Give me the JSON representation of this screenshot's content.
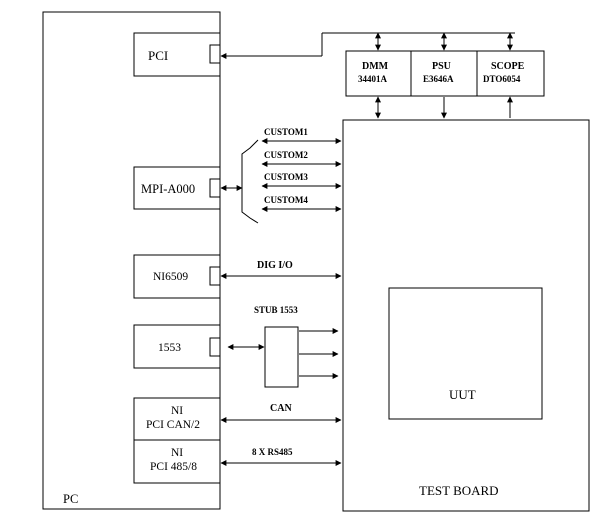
{
  "pc": {
    "label": "PC",
    "cards": {
      "pci": "PCI",
      "mpi": "MPI-A000",
      "ni6509": "NI6509",
      "mil1553": "1553",
      "can_line1": "NI",
      "can_line2": "PCI CAN/2",
      "rs485_line1": "NI",
      "rs485_line2": "PCI 485/8"
    }
  },
  "instruments": [
    {
      "name": "DMM",
      "model": "34401A"
    },
    {
      "name": "PSU",
      "model": "E3646A"
    },
    {
      "name": "SCOPE",
      "model": "DTO6054"
    }
  ],
  "test_board": {
    "label": "TEST BOARD",
    "uut": "UUT"
  },
  "links": {
    "custom": [
      "CUSTOM1",
      "CUSTOM2",
      "CUSTOM3",
      "CUSTOM4"
    ],
    "dig_io": "DIG I/O",
    "stub": "STUB 1553",
    "can": "CAN",
    "rs485": "8 X RS485"
  }
}
